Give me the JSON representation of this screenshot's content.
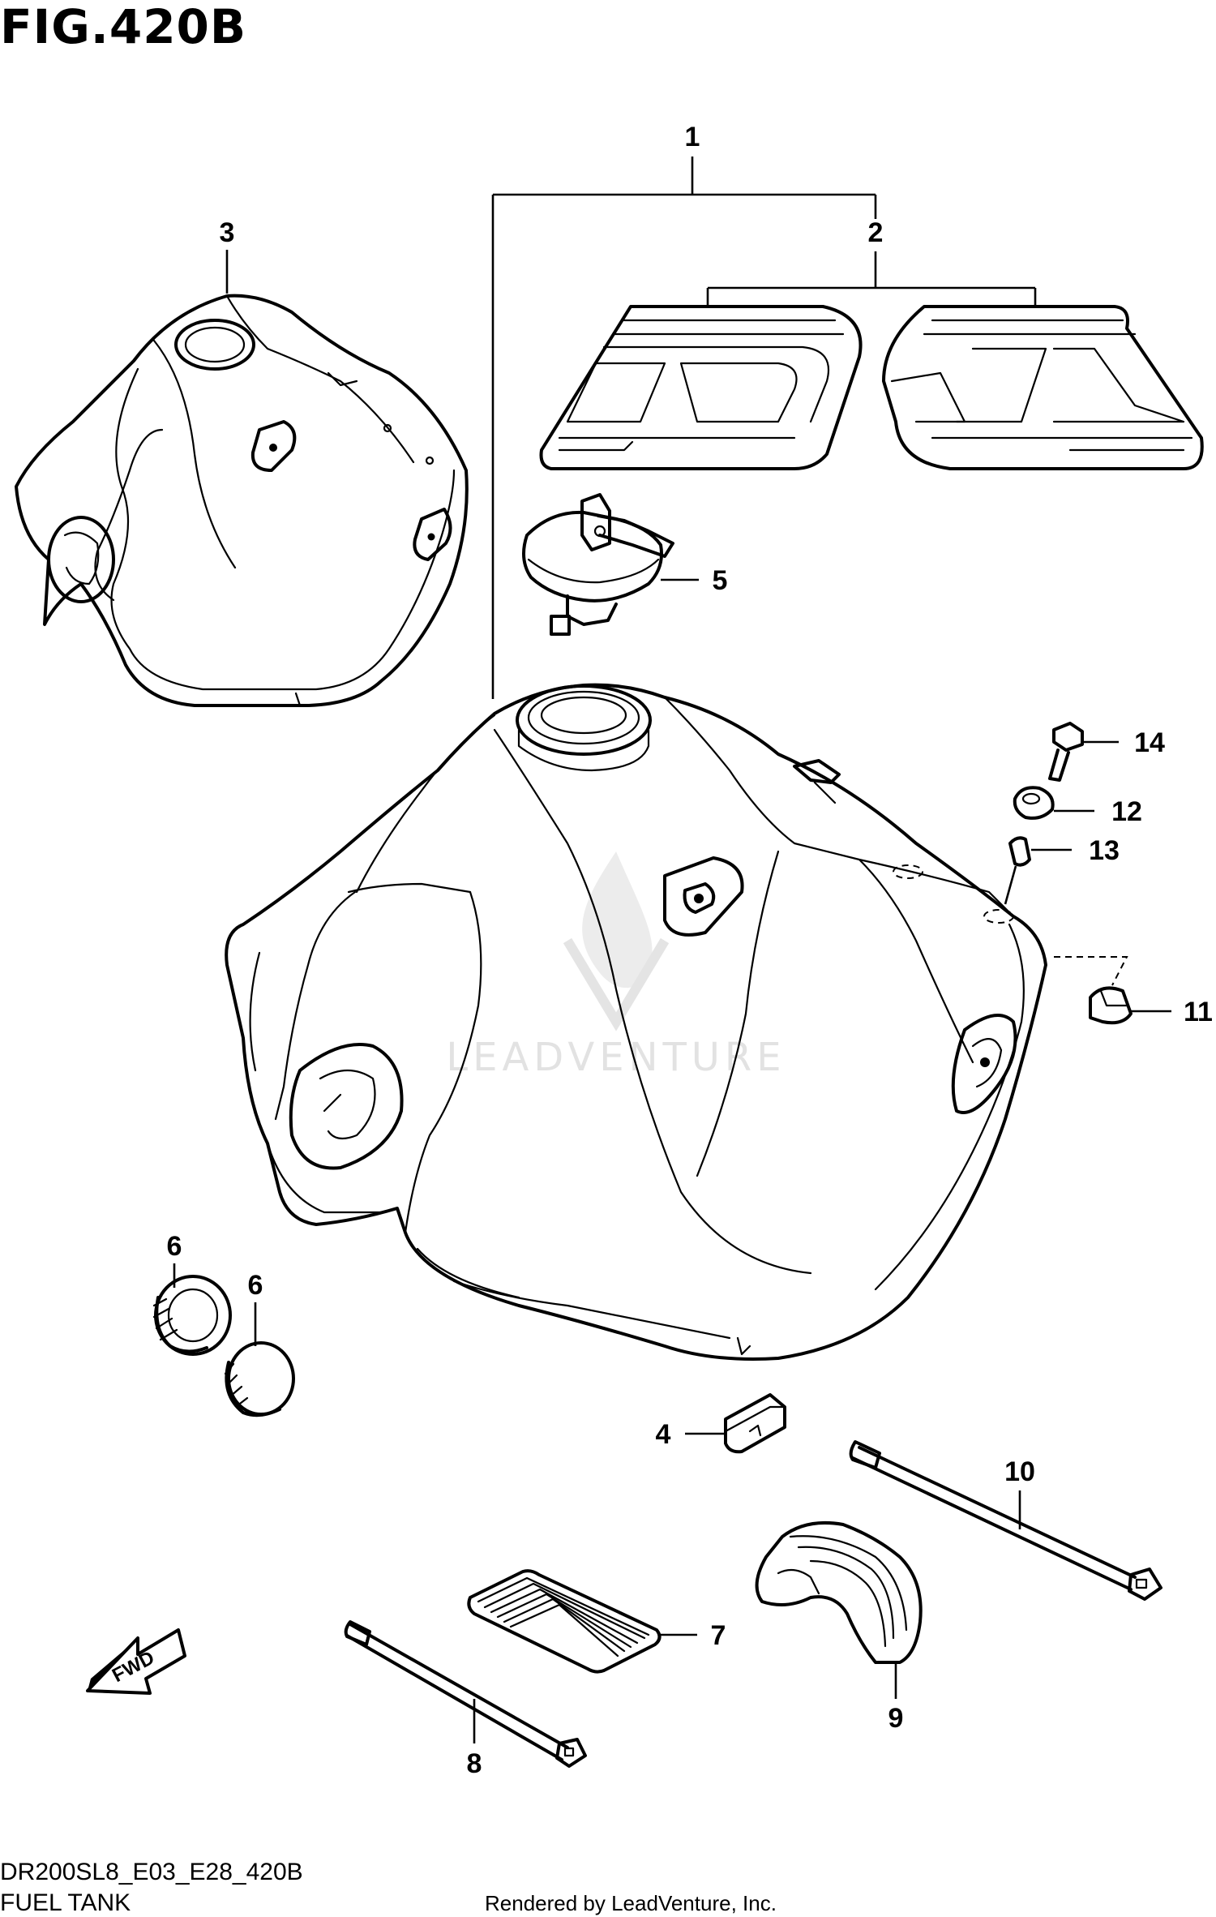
{
  "figure": {
    "title": "FIG.420B",
    "code": "DR200SL8_E03_E28_420B",
    "name": "FUEL TANK",
    "credit": "Rendered by LeadVenture, Inc.",
    "watermark": "LEADVENTURE",
    "fwd_label": "FWD"
  },
  "callouts": [
    {
      "id": "c1",
      "label": "1"
    },
    {
      "id": "c2",
      "label": "2"
    },
    {
      "id": "c3",
      "label": "3"
    },
    {
      "id": "c4",
      "label": "4"
    },
    {
      "id": "c5",
      "label": "5"
    },
    {
      "id": "c6a",
      "label": "6"
    },
    {
      "id": "c6b",
      "label": "6"
    },
    {
      "id": "c7",
      "label": "7"
    },
    {
      "id": "c8",
      "label": "8"
    },
    {
      "id": "c9",
      "label": "9"
    },
    {
      "id": "c10",
      "label": "10"
    },
    {
      "id": "c11",
      "label": "11"
    },
    {
      "id": "c12",
      "label": "12"
    },
    {
      "id": "c13",
      "label": "13"
    },
    {
      "id": "c14",
      "label": "14"
    }
  ]
}
